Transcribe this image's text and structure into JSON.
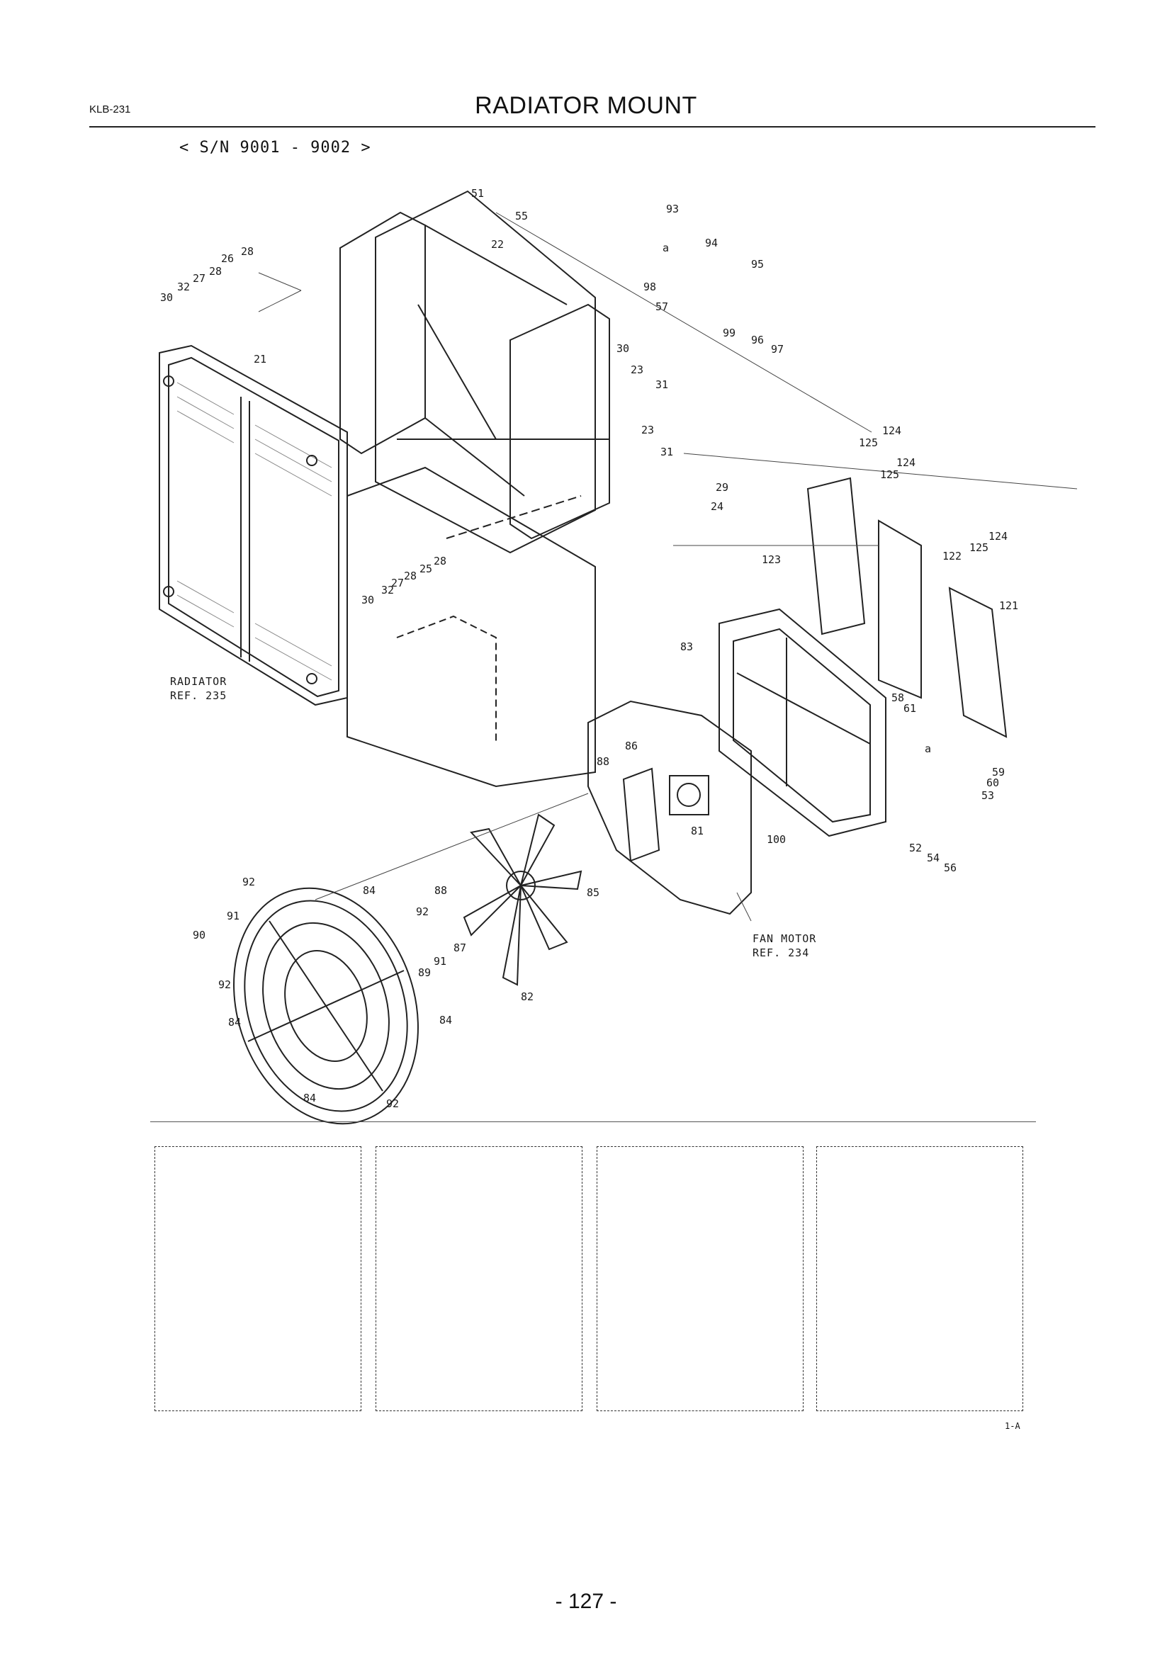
{
  "header": {
    "doc_code": "KLB-231",
    "title": "RADIATOR MOUNT",
    "serial_range": "< S/N 9001 - 9002 >"
  },
  "diagram": {
    "part_labels": [
      "51",
      "55",
      "93",
      "22",
      "94",
      "26",
      "28",
      "95",
      "30",
      "32",
      "27",
      "28",
      "98",
      "57",
      "21",
      "30",
      "99",
      "96",
      "97",
      "23",
      "31",
      "23",
      "31",
      "125",
      "124",
      "124",
      "125",
      "29",
      "24",
      "124",
      "125",
      "123",
      "122",
      "28",
      "25",
      "32",
      "27",
      "28",
      "30",
      "121",
      "83",
      "58",
      "61",
      "86",
      "88",
      "59",
      "60",
      "53",
      "81",
      "100",
      "52",
      "54",
      "56",
      "84",
      "88",
      "92",
      "85",
      "92",
      "91",
      "87",
      "90",
      "89",
      "91",
      "FAN MOTOR",
      "REF. 234",
      "82",
      "92",
      "84",
      "84",
      "84",
      "92",
      "RADIATOR",
      "REF. 235",
      "a",
      "a"
    ]
  },
  "footer": {
    "sheet_ref": "1-A",
    "page_number": "- 127 -"
  }
}
